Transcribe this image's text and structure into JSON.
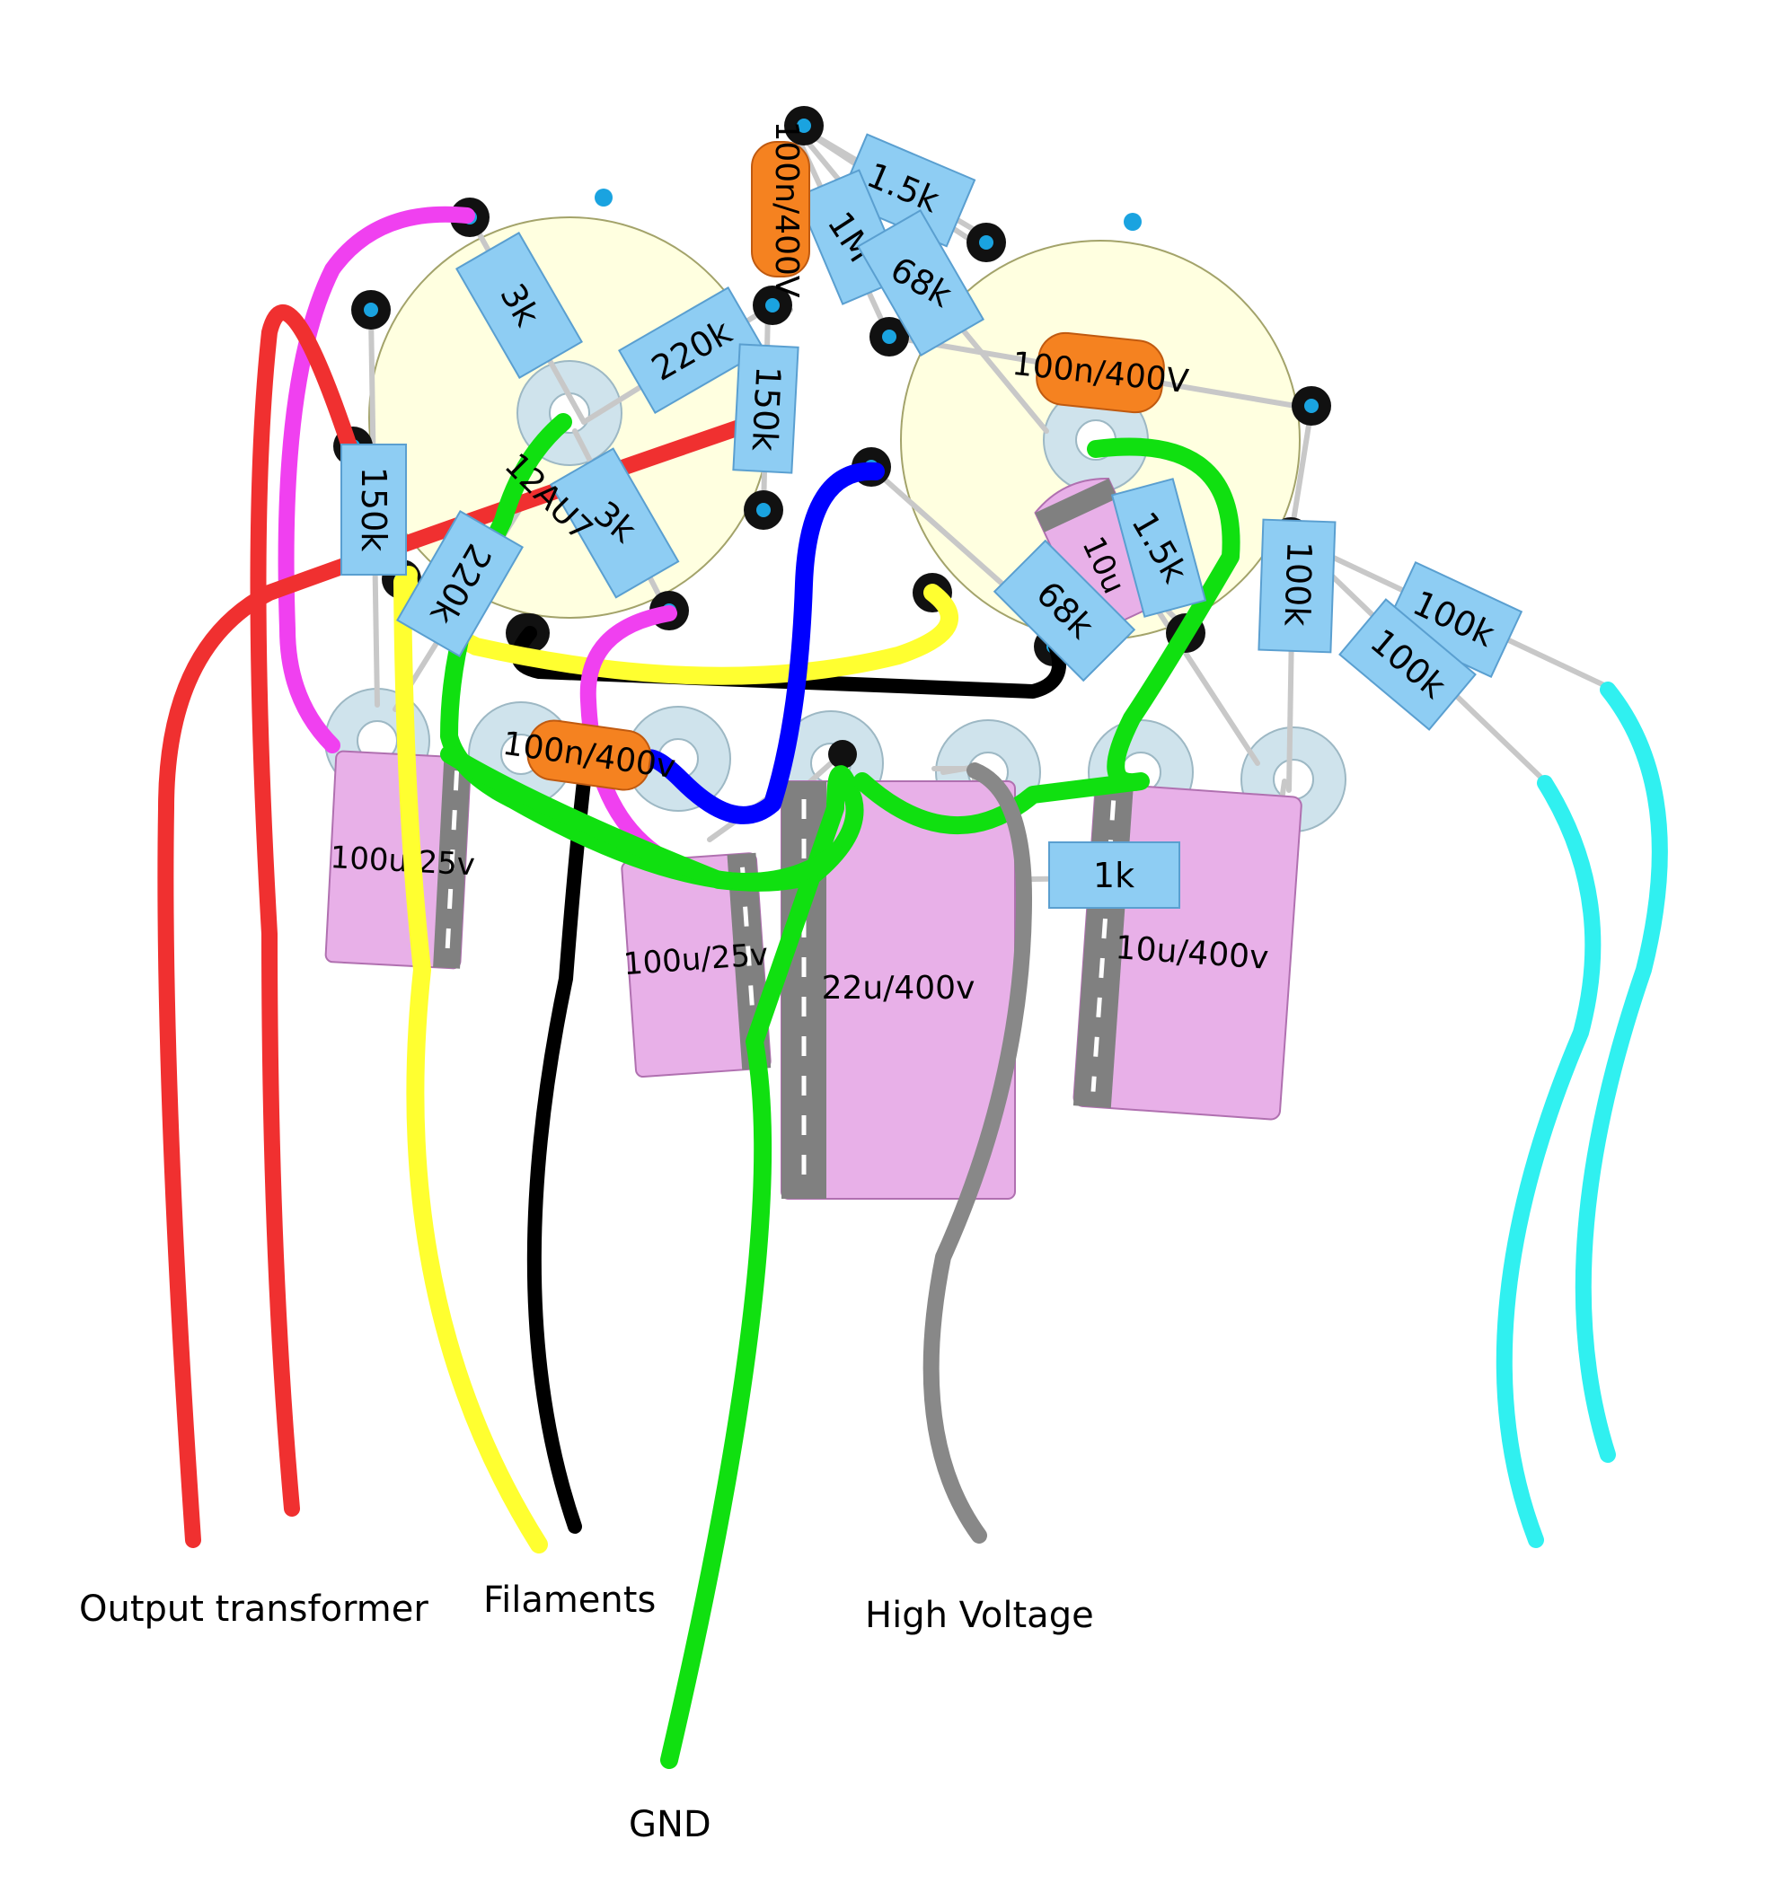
{
  "diagram": {
    "tube_label": "12AU7",
    "components": {
      "r_3k_a": "3k",
      "r_3k_b": "3k",
      "r_220k_a": "220k",
      "r_220k_b": "220k",
      "r_150k_a": "150k",
      "r_150k_b": "150k",
      "r_1_5k_a": "1.5k",
      "r_1_5k_b": "1.5k",
      "r_1m": "1M",
      "r_68k_a": "68k",
      "r_68k_b": "68k",
      "r_100k_a": "100k",
      "r_100k_b": "100k",
      "r_100k_c": "100k",
      "r_1k": "1k",
      "c_100n_a": "100n/400V",
      "c_100n_b": "100n/400V",
      "c_100n_c": "100n/400v",
      "c_10u": "10u",
      "c_100u_a": "100u/25v",
      "c_100u_b": "100u/25v",
      "c_22u": "22u/400v",
      "c_10u_400": "10u/400v"
    },
    "wire_labels": {
      "output_transformer": "Output transformer",
      "filaments": "Filaments",
      "high_voltage": "High Voltage",
      "gnd": "GND"
    },
    "colors": {
      "red": "#f03030",
      "magenta": "#f040f0",
      "yellow": "#ffff30",
      "black": "#000000",
      "green": "#10e010",
      "blue": "#0000ff",
      "gray": "#888888",
      "cyan": "#30f0f0",
      "resistor": "#8ecdf3",
      "film_cap": "#f58220",
      "electrolytic": "#e8b0e8",
      "socket": "#ffffe0"
    }
  }
}
